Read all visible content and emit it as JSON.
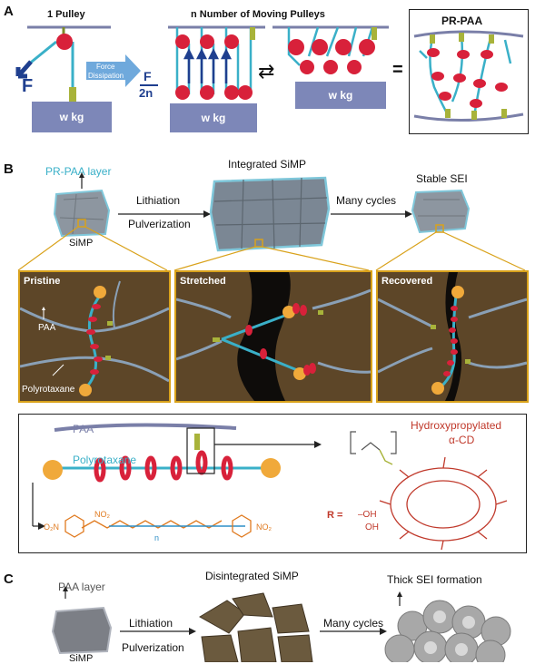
{
  "panelA": {
    "letter": "A",
    "one_pulley": "1 Pulley",
    "moving_pulleys": "n Number of Moving Pulleys",
    "force_label": "F",
    "force_dissipation_line1": "Force",
    "force_dissipation_line2": "Dissipation",
    "frac_num": "F",
    "frac_den": "2n",
    "weight": "w kg",
    "weight2": "w kg",
    "weight3": "w kg",
    "arrows": "⇄",
    "equals": "=",
    "prpaa": "PR-PAA"
  },
  "panelB": {
    "letter": "B",
    "prpaa_layer": "PR-PAA layer",
    "simp": "SiMP",
    "integrated": "Integrated SiMP",
    "lithiation": "Lithiation",
    "pulverization": "Pulverization",
    "many_cycles": "Many cycles",
    "stable_sei": "Stable SEI",
    "pristine": "Pristine",
    "stretched": "Stretched",
    "recovered": "Recovered",
    "paa_small": "PAA",
    "polyrotaxane_small": "Polyrotaxane",
    "paa": "PAA",
    "polyrotaxane": "Polyrotaxane",
    "hydroxy_line1": "Hydroxypropylated",
    "hydroxy_line2": "α-CD",
    "r_equals": "R =",
    "oh1": "–OH",
    "oh2": "OH",
    "no2": "NO₂",
    "o2n": "O₂N",
    "subscript_n": "n"
  },
  "panelC": {
    "letter": "C",
    "paa_layer": "PAA layer",
    "disintegrated": "Disintegrated SiMP",
    "lithiation": "Lithiation",
    "pulverization": "Pulverization",
    "many_cycles": "Many cycles",
    "thick_sei": "Thick SEI formation",
    "simp": "SiMP"
  },
  "colors": {
    "pulley_red": "#d8213a",
    "rope_teal": "#3ab0c8",
    "weight_blue": "#7d87b8",
    "rail_gray": "#7a7fa8",
    "force_blue": "#1f3f8f",
    "gold": "#d9a21b",
    "polymer_red": "#c0392b",
    "linker_orange": "#e07a1f",
    "linker_blue": "#2f8fc7"
  }
}
